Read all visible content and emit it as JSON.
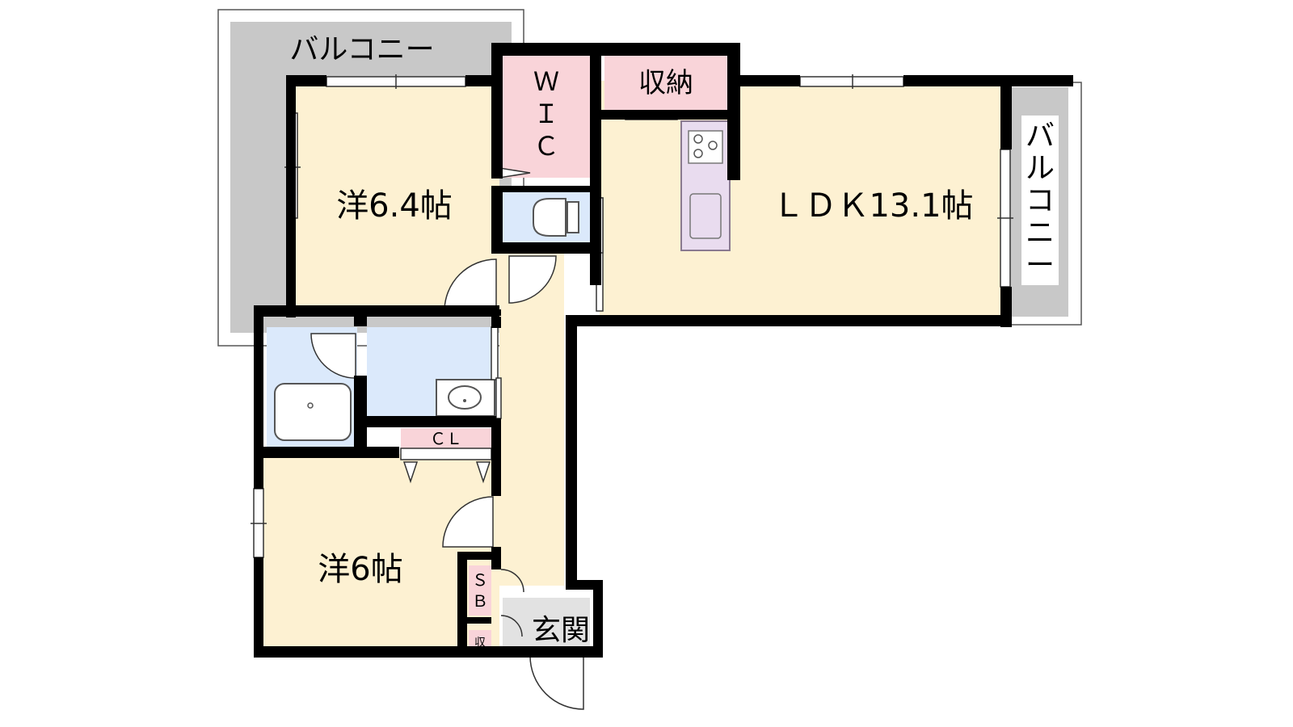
{
  "floorplan": {
    "rooms": {
      "western_1": "洋6.4帖",
      "western_2": "洋6帖",
      "ldk": "ＬＤＫ13.1帖",
      "storage": "収納",
      "closet": "ＣＬ",
      "entrance": "玄関",
      "storage_small": "収"
    },
    "balcony": {
      "top": "バルコニー",
      "side": [
        "バ",
        "ル",
        "コ",
        "ニ",
        "ー"
      ]
    },
    "wic": [
      "Ｗ",
      "Ｉ",
      "Ｃ"
    ],
    "shoe_box": [
      "Ｓ",
      "Ｂ"
    ]
  },
  "colors": {
    "room_fill": "#fdf1d2",
    "water_fill": "#dbe9fb",
    "storage_fill": "#f9d4d9",
    "balcony_fill": "#c8c8c8",
    "kitchen_fill": "#e9dcef",
    "wall": "#000000"
  }
}
